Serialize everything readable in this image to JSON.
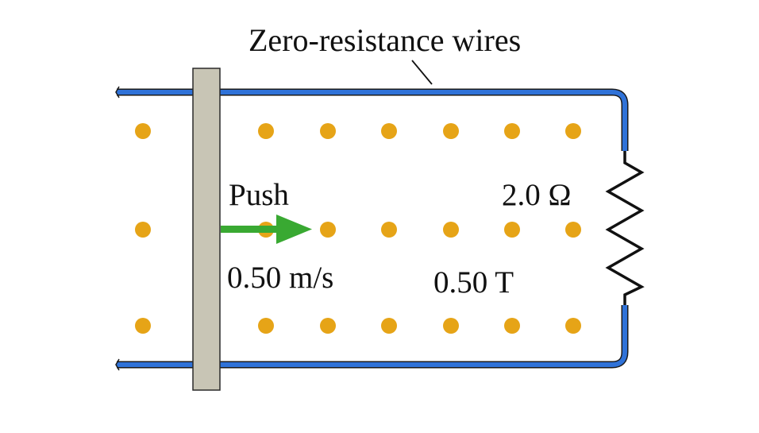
{
  "labels": {
    "wires": "Zero-resistance wires",
    "push": "Push",
    "speed": "0.50 m/s",
    "field": "0.50 T",
    "resistance": "2.0 Ω"
  },
  "field": {
    "rows": 3,
    "columns": 8,
    "symbol": "field-out-of-page-dot"
  },
  "colors": {
    "wire": "#2f72d8",
    "wire_outline": "#1a1a1a",
    "rod_fill": "#c8c5b5",
    "rod_outline": "#2a2a2a",
    "field_dot": "#e6a417",
    "push_arrow": "#39a932",
    "resistor": "#111111",
    "text": "#111111"
  }
}
